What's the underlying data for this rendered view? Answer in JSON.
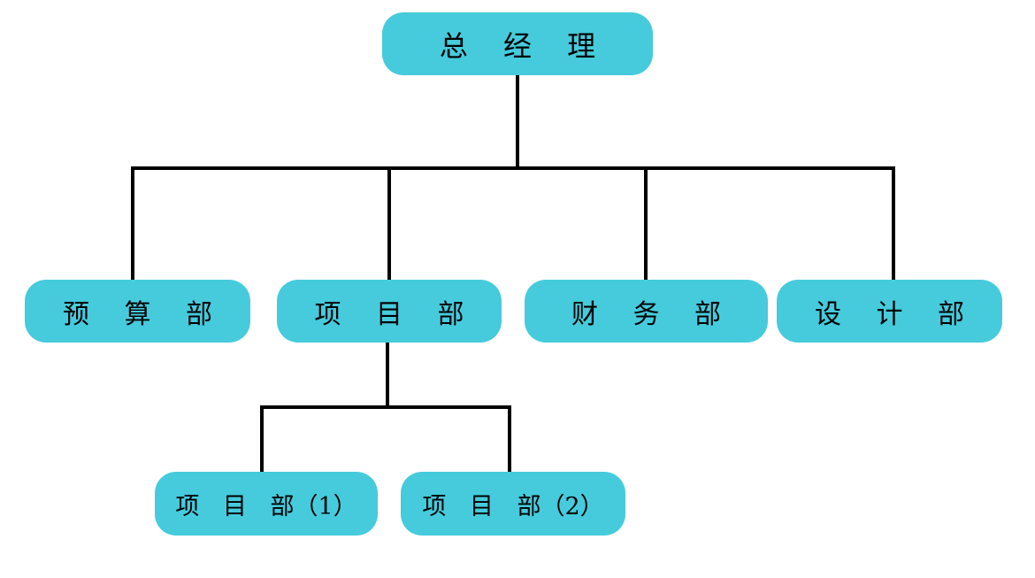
{
  "diagram": {
    "type": "org-chart",
    "root": {
      "label": "总 经 理"
    },
    "departments": [
      {
        "id": "budget",
        "label": "预 算 部"
      },
      {
        "id": "project",
        "label": "项 目 部"
      },
      {
        "id": "finance",
        "label": "财 务 部"
      },
      {
        "id": "design",
        "label": "设 计 部"
      }
    ],
    "subdepartments": [
      {
        "id": "project-1",
        "label": "项 目 部（1）",
        "parent": "project"
      },
      {
        "id": "project-2",
        "label": "项 目 部（2）",
        "parent": "project"
      }
    ],
    "colors": {
      "node_fill": "#45cbdc",
      "line": "#000000",
      "text": "#000000",
      "background": "#ffffff"
    }
  }
}
